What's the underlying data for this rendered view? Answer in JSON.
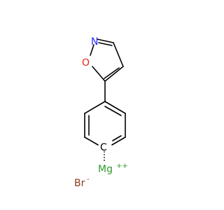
{
  "molecule": {
    "atoms": {
      "n": {
        "symbol": "N",
        "color": "#2a2ef7"
      },
      "o": {
        "symbol": "O",
        "color": "#e8261b"
      },
      "c": {
        "symbol": "C",
        "color": "#000000"
      },
      "mg": {
        "symbol": "Mg",
        "charge": "++",
        "color": "#2f9a2f"
      },
      "br": {
        "symbol": "Br",
        "charge": "-",
        "color": "#8a3a1a"
      }
    },
    "bond_color": "#000000"
  }
}
